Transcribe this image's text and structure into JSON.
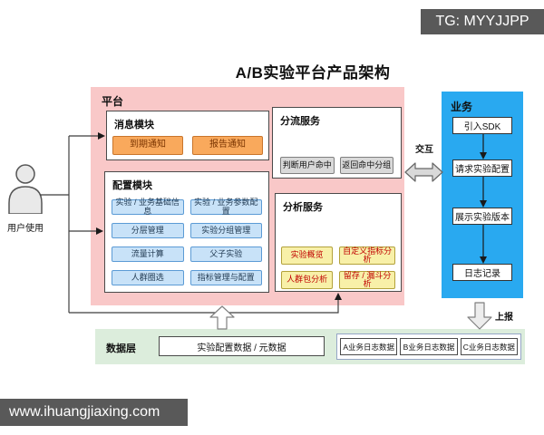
{
  "title": "A/B实验平台产品架构",
  "watermarks": {
    "top": "TG: MYYJJPP",
    "bottom": "www.ihuangjiaxing.com"
  },
  "user": {
    "label": "用户使用"
  },
  "platform": {
    "label": "平台",
    "message_module": {
      "label": "消息模块",
      "items": [
        "到期通知",
        "报告通知"
      ]
    },
    "config_module": {
      "label": "配置模块",
      "items": [
        "实验 / 业务基础信息",
        "实验 / 业务参数配置",
        "分层管理",
        "实验分组管理",
        "流量计算",
        "父子实验",
        "人群圈选",
        "指标管理与配置"
      ]
    },
    "split_service": {
      "label": "分流服务",
      "items": [
        "判断用户命中",
        "返回命中分组"
      ]
    },
    "analysis_service": {
      "label": "分析服务",
      "items": [
        "实验概览",
        "自定义指标分析",
        "人群包分析",
        "留存 / 漏斗分析"
      ]
    }
  },
  "connectors": {
    "interaction_label": "交互",
    "report_label": "上报"
  },
  "business": {
    "label": "业务",
    "steps": [
      "引入SDK",
      "请求实验配置",
      "展示实验版本",
      "日志记录"
    ]
  },
  "data_layer": {
    "label": "数据层",
    "config_data": "实验配置数据 / 元数据",
    "log_data": [
      "A业务日志数据",
      "B业务日志数据",
      "C业务日志数据"
    ]
  },
  "colors": {
    "platform_bg": "#F9C8C8",
    "business_bg": "#29A9F0",
    "data_layer_bg": "#DCEDDC",
    "notification_fill": "#F9A95C",
    "config_fill": "#C8E2F8",
    "split_fill": "#D9D9D9",
    "analysis_fill": "#F8F0A8",
    "watermark_bg": "#595959"
  }
}
